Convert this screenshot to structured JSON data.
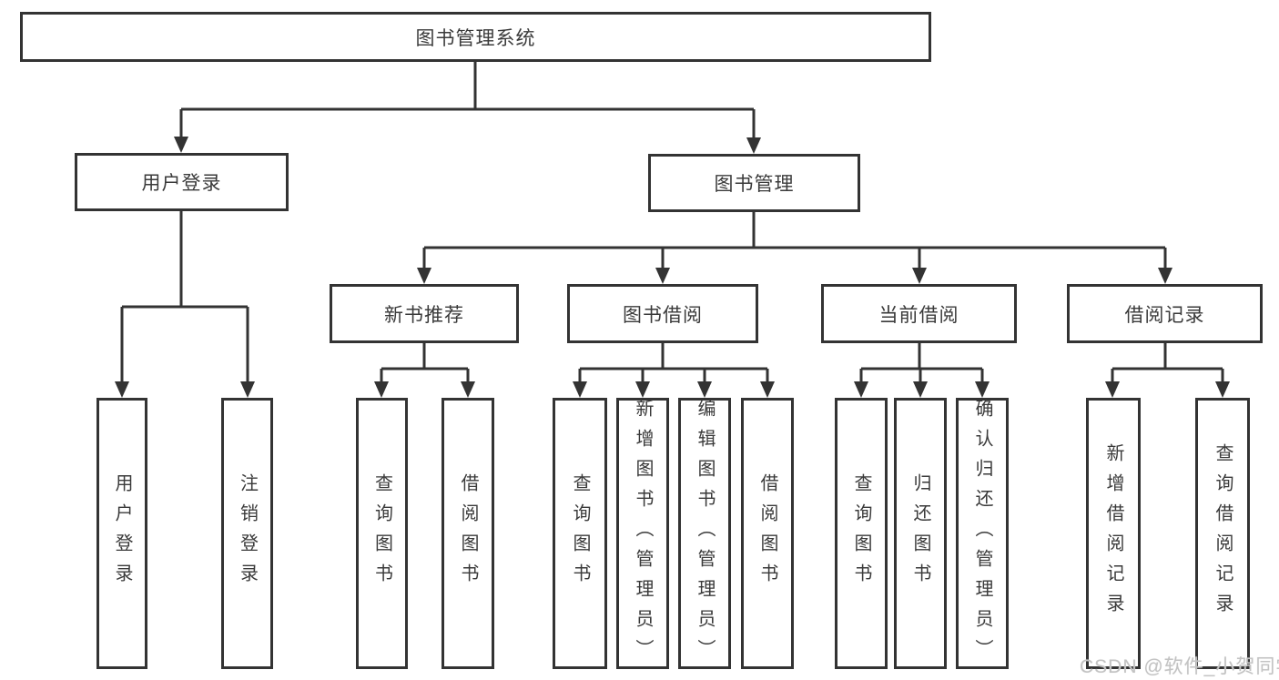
{
  "tree": {
    "label": "图书管理系统",
    "children": [
      {
        "label": "用户登录",
        "children": [
          {
            "label": "用户登录"
          },
          {
            "label": "注销登录"
          }
        ]
      },
      {
        "label": "图书管理",
        "children": [
          {
            "label": "新书推荐",
            "children": [
              {
                "label": "查询图书"
              },
              {
                "label": "借阅图书"
              }
            ]
          },
          {
            "label": "图书借阅",
            "children": [
              {
                "label": "查询图书"
              },
              {
                "label": "新增图书（管理员）"
              },
              {
                "label": "编辑图书（管理员）"
              },
              {
                "label": "借阅图书"
              }
            ]
          },
          {
            "label": "当前借阅",
            "children": [
              {
                "label": "查询图书"
              },
              {
                "label": "归还图书"
              },
              {
                "label": "确认归还（管理员）"
              }
            ]
          },
          {
            "label": "借阅记录",
            "children": [
              {
                "label": "新增借阅记录"
              },
              {
                "label": "查询借阅记录"
              }
            ]
          }
        ]
      }
    ]
  },
  "watermark": "CSDN @软件_小贺同学",
  "colors": {
    "line": "#333333",
    "box_border": "#333333",
    "text": "#3a3a3a",
    "watermark": "#c3c3c3",
    "background": "#ffffff"
  }
}
